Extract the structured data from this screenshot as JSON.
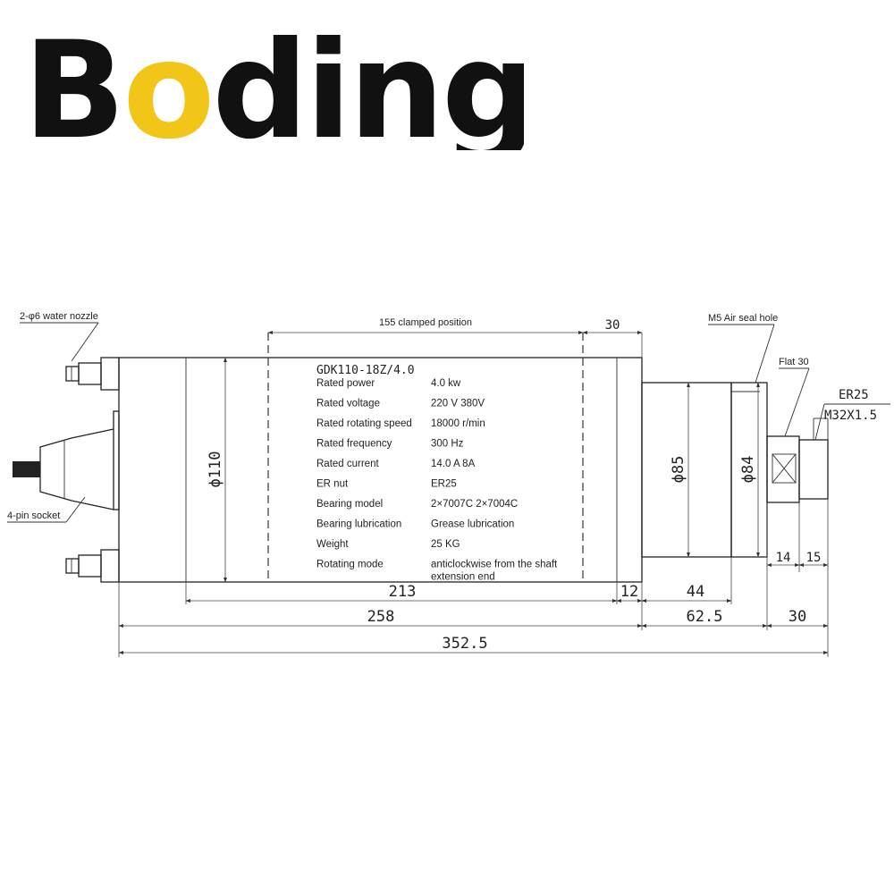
{
  "brand": {
    "name": "Boding",
    "first_letter": "B",
    "highlight_letter": "o",
    "rest": "ding",
    "colors": {
      "text": "#111111",
      "accent": "#f2c618"
    }
  },
  "callouts": {
    "water_nozzle": "2-φ6 water nozzle",
    "socket": "4-pin socket",
    "air_seal": "M5 Air seal hole",
    "flat": "Flat 30",
    "collet": "ER25",
    "thread": "M32X1.5"
  },
  "dimensions": {
    "clamped": "155 clamped position",
    "top_30": "30",
    "body_dia": "ϕ110",
    "neck_dia": "ϕ85",
    "nose_dia": "ϕ84",
    "d213": "213",
    "d12": "12",
    "d44": "44",
    "d14": "14",
    "d15": "15",
    "d258": "258",
    "d62_5": "62.5",
    "d30": "30",
    "total": "352.5"
  },
  "specs": {
    "model": "GDK110-18Z/4.0",
    "rows": [
      {
        "label": "Rated power",
        "value": "4.0 kw"
      },
      {
        "label": "Rated voltage",
        "value": "220 V  380V"
      },
      {
        "label": "Rated rotating speed",
        "value": "18000 r/min"
      },
      {
        "label": "Rated frequency",
        "value": "300 Hz"
      },
      {
        "label": "Rated current",
        "value": "14.0 A  8A"
      },
      {
        "label": "ER nut",
        "value": "ER25"
      },
      {
        "label": "Bearing model",
        "value": "2×7007C 2×7004C"
      },
      {
        "label": "Bearing lubrication",
        "value": "Grease lubrication"
      },
      {
        "label": "Weight",
        "value": "25 KG"
      },
      {
        "label": "Rotating mode",
        "value": "anticlockwise from the shaft",
        "value_line2": "extension end"
      }
    ]
  }
}
